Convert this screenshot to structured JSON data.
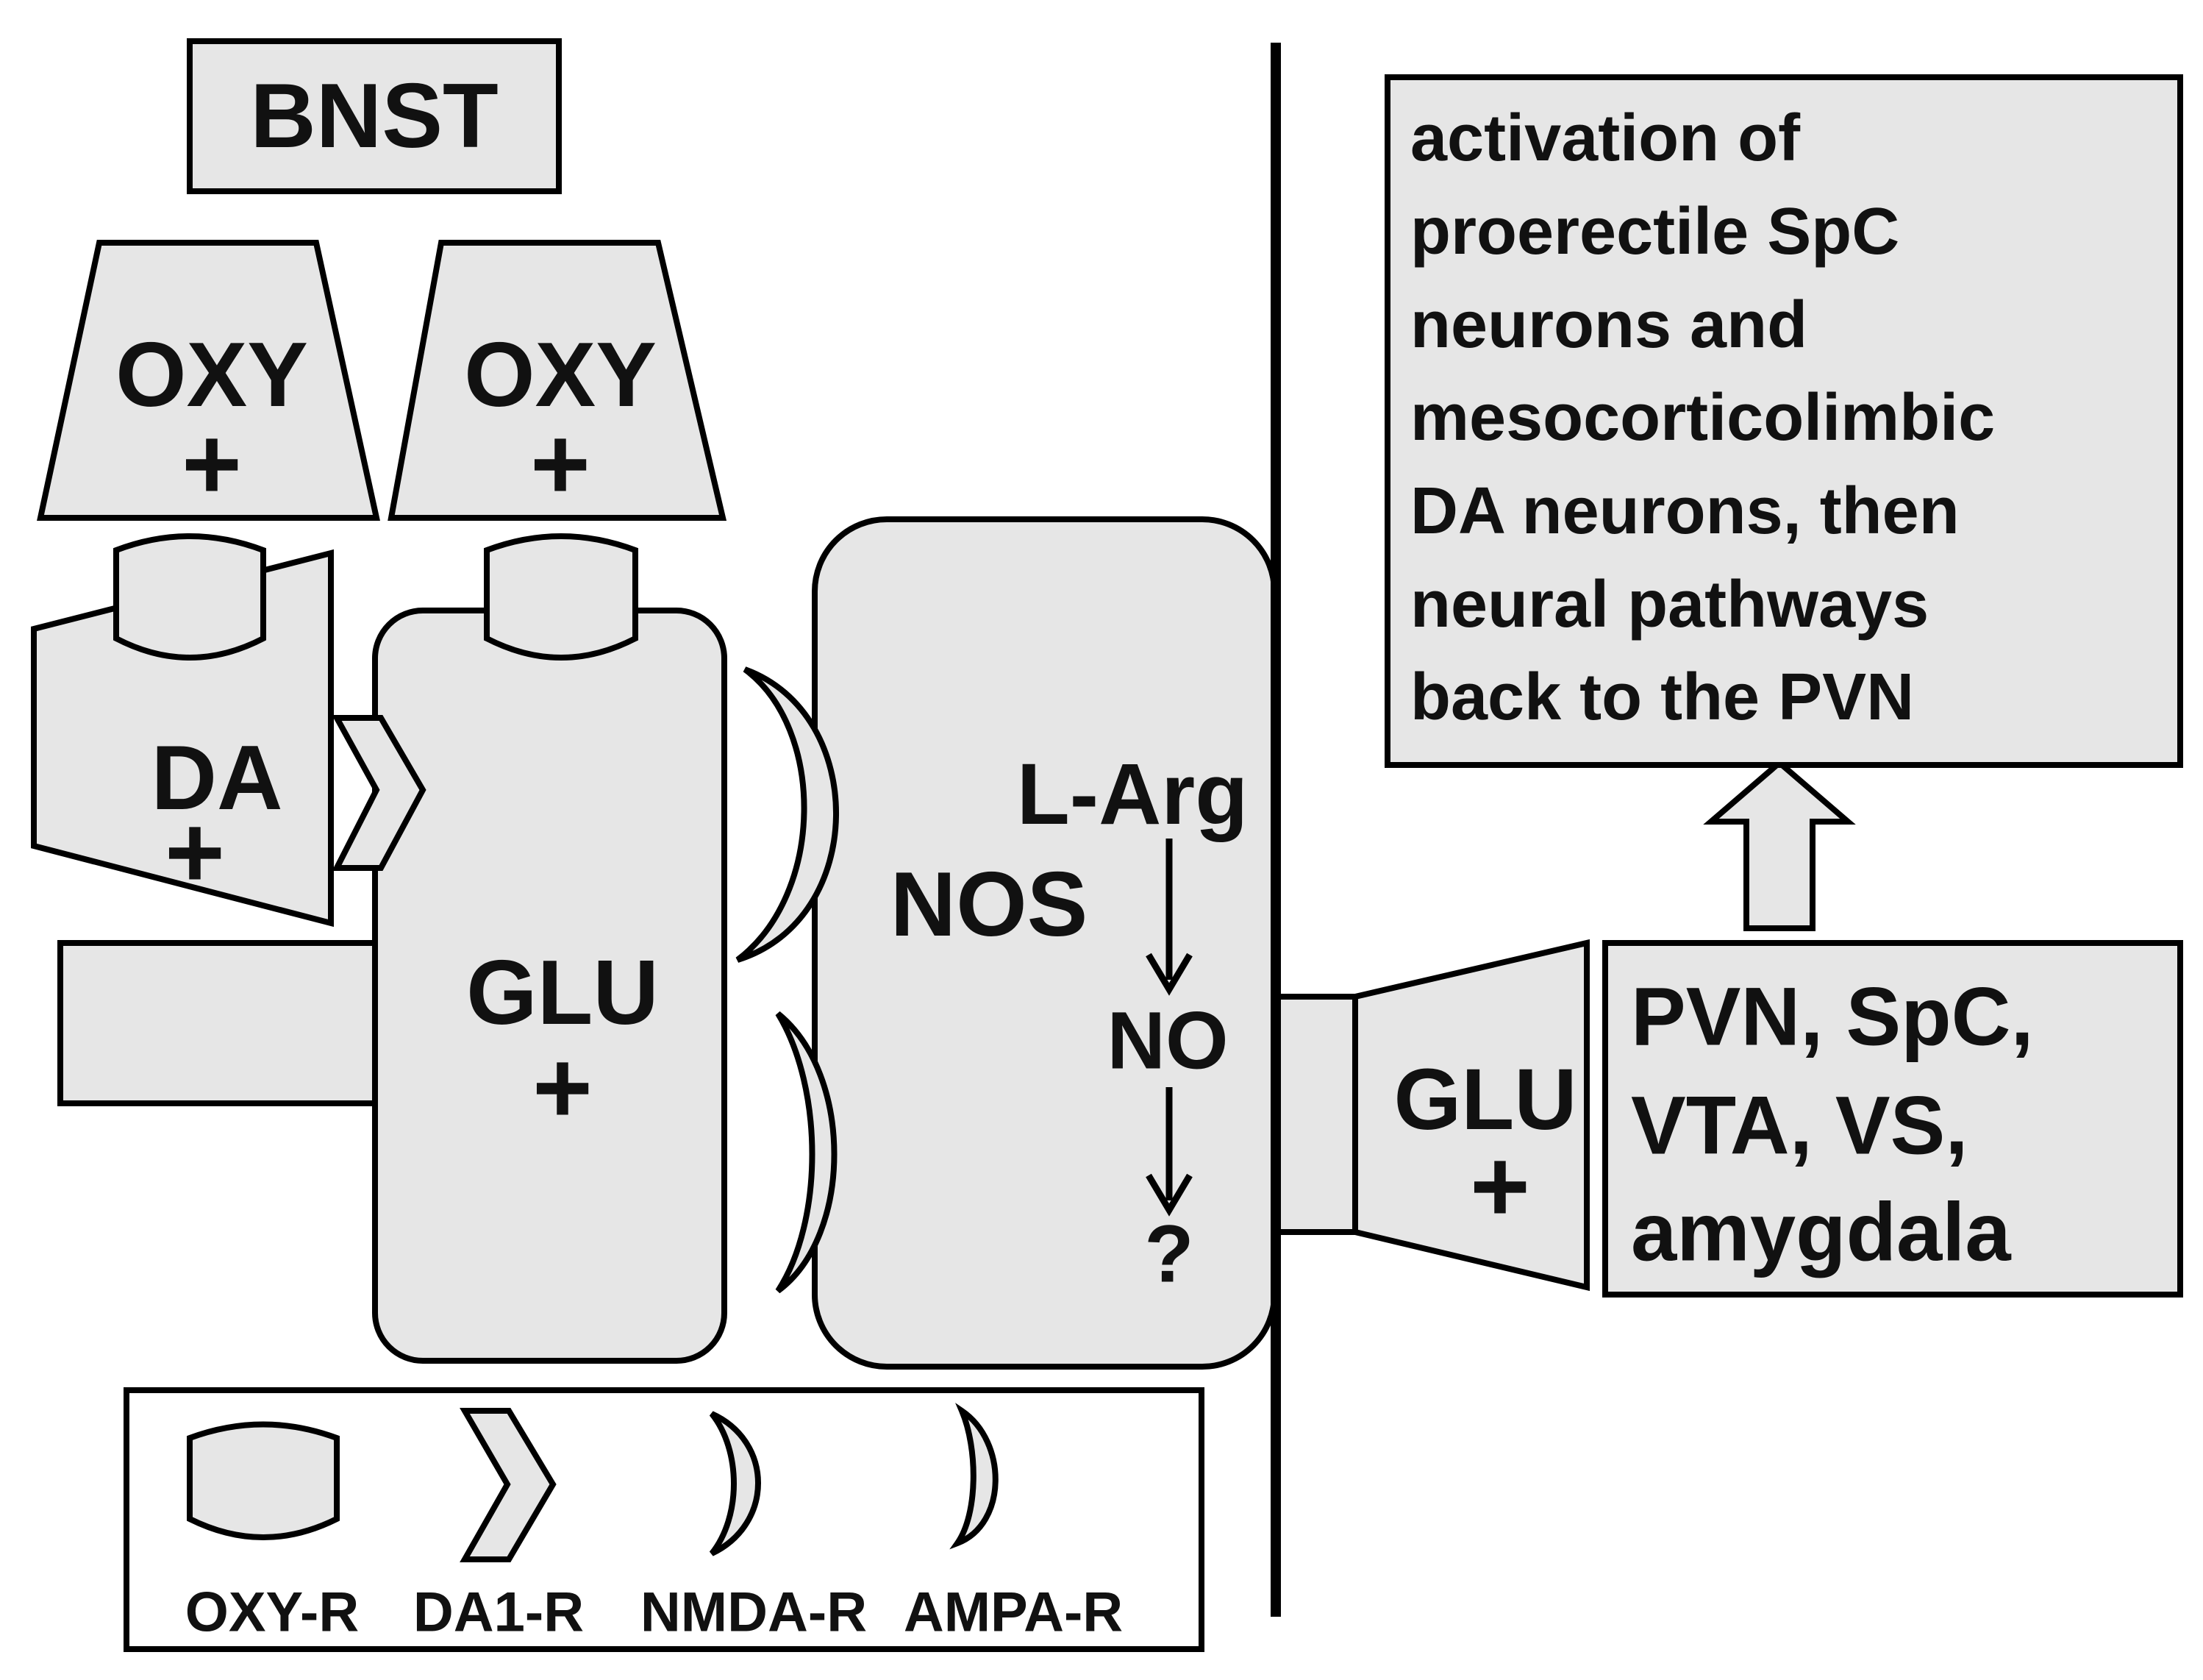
{
  "labels": {
    "bnst": "BNST",
    "oxy_left": "OXY",
    "oxy_right": "OXY",
    "plus": "+",
    "da": "DA",
    "glu_main": "GLU",
    "l_arg": "L-Arg",
    "nos": "NOS",
    "no": "NO",
    "question": "?",
    "glu_right": "GLU"
  },
  "target_box": {
    "lines": [
      "PVN, SpC,",
      "VTA,  VS,",
      "amygdala"
    ]
  },
  "outcome_box": {
    "lines": [
      "activation of",
      "proerectile SpC",
      "neurons and",
      "mesocorticolimbic",
      "DA neurons, then",
      "neural pathways",
      "back to the PVN"
    ]
  },
  "legend": {
    "items": [
      "OXY-R",
      "DA1-R",
      "NMDA-R",
      "AMPA-R"
    ]
  },
  "colors": {
    "fill": "#e6e6e6",
    "stroke": "#000000",
    "text": "#111111"
  }
}
